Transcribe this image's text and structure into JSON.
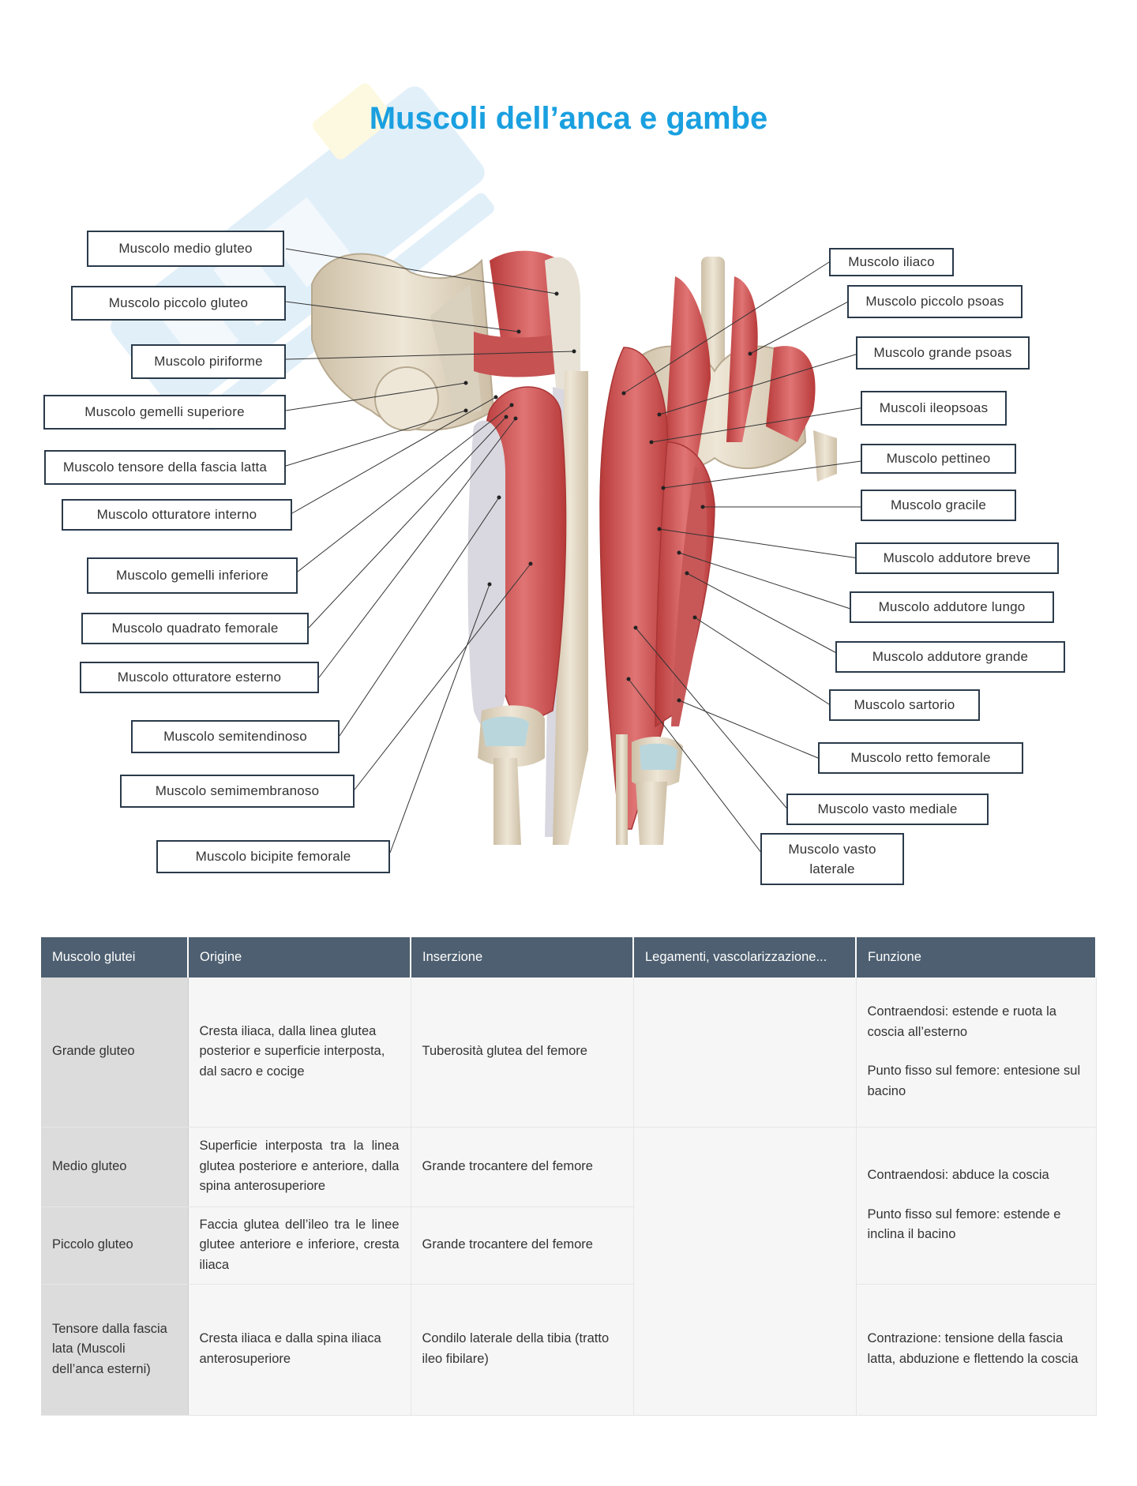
{
  "page_title": "Muscoli dell’anca e gambe",
  "labels": {
    "medio_gluteo": "Muscolo medio gluteo",
    "piccolo_gluteo": "Muscolo piccolo gluteo",
    "piriforme": "Muscolo piriforme",
    "gemelli_superiore": "Muscolo gemelli superiore",
    "tensore_fascia_latta": "Muscolo tensore della fascia latta",
    "otturatore_interno": "Muscolo otturatore interno",
    "gemelli_inferiore": "Muscolo gemelli inferiore",
    "quadrato_femorale": "Muscolo quadrato femorale",
    "otturatore_esterno": "Muscolo otturatore esterno",
    "semitendinoso": "Muscolo semitendinoso",
    "semimembranoso": "Muscolo semimembranoso",
    "bicipite_femorale": "Muscolo bicipite femorale",
    "iliaco": "Muscolo iliaco",
    "piccolo_psoas": "Muscolo piccolo psoas",
    "grande_psoas": "Muscolo grande psoas",
    "ileopsoas": "Muscoli ileopsoas",
    "pettineo": "Muscolo pettineo",
    "gracile": "Muscolo gracile",
    "adduttore_breve": "Muscolo addutore breve",
    "adduttore_lungo": "Muscolo addutore lungo",
    "adduttore_grande": "Muscolo addutore grande",
    "sartorio": "Muscolo sartorio",
    "retto_femorale": "Muscolo retto femorale",
    "vasto_mediale": "Muscolo vasto mediale",
    "vasto_laterale": "Muscolo vasto laterale"
  },
  "table": {
    "headers": [
      "Muscolo glutei",
      "Origine",
      "Inserzione",
      "Legamenti, vascolarizzazione...",
      "Funzione"
    ],
    "rows": [
      {
        "name": "Grande gluteo",
        "origin": "Cresta iliaca, dalla linea glutea posterior e superficie interposta, dal sacro e cocige",
        "insertion": "Tuberosità glutea del femore",
        "ligaments": "",
        "function_1": "Contraendosi: estende e ruota la coscia all’esterno",
        "function_2": "Punto fisso sul femore: entesione sul bacino"
      },
      {
        "name": "Medio gluteo",
        "origin": "Superficie interposta tra la linea glutea posteriore e anteriore, dalla spina anterosuperiore",
        "insertion": "Grande trocantere del femore"
      },
      {
        "name": "Piccolo gluteo",
        "origin": "Faccia glutea dell’ileo tra le linee glutee anteriore e inferiore, cresta iliaca",
        "insertion": "Grande trocantere del femore"
      },
      {
        "shared_ligaments": "",
        "shared_function_1": "Contraendosi: abduce la coscia",
        "shared_function_2": "Punto fisso sul femore: estende e inclina il bacino"
      },
      {
        "name": "Tensore dalla fascia lata (Muscoli dell’anca esterni)",
        "origin": "Cresta iliaca e dalla spina iliaca anterosuperiore",
        "insertion": "Condilo laterale della tibia (tratto ileo fibilare)",
        "function": "Contrazione: tensione della fascia latta, abduzione e flettendo la coscia"
      }
    ]
  },
  "colors": {
    "title": "#1aa0e0",
    "label_border": "#2a3a4a",
    "table_header": "#4d5f70",
    "name_cell": "#dcdcdc",
    "cell": "#f6f6f6"
  }
}
